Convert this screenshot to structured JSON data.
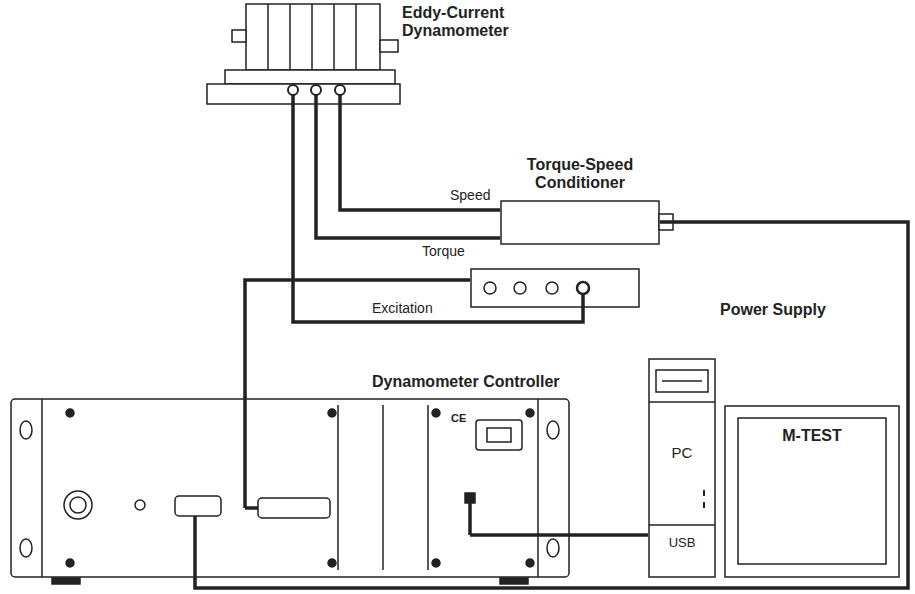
{
  "diagram": {
    "nodes": [
      {
        "text": [
          "Eddy-Current Dynamometer"
        ]
      },
      {
        "text": [
          "Torque-Speed Conditioner"
        ]
      },
      {
        "text": [
          "Power Supply"
        ]
      },
      {
        "text": [
          "Dynamometer Controller"
        ]
      },
      {
        "text": [
          "PC",
          "USB"
        ]
      },
      {
        "text": [
          "M-TEST"
        ]
      }
    ],
    "edges": [
      {
        "from": 0,
        "to": 1,
        "label": "Speed",
        "arrow": "none"
      },
      {
        "from": 0,
        "to": 1,
        "label": "Torque",
        "arrow": "none"
      },
      {
        "from": 0,
        "to": 2,
        "label": "Excitation",
        "arrow": "none"
      },
      {
        "from": 2,
        "to": 3,
        "arrow": "none"
      },
      {
        "from": 1,
        "to": 3,
        "arrow": "none"
      },
      {
        "from": 3,
        "to": 4,
        "arrow": "none"
      }
    ],
    "labels": [
      "CE"
    ]
  }
}
